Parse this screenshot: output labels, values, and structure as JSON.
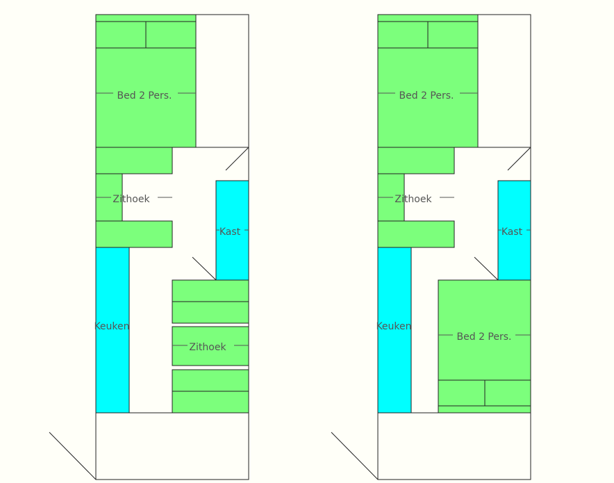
{
  "colors": {
    "background": "#fffff8",
    "furniture": "#7cff7c",
    "storage": "#00ffff",
    "line": "#222222",
    "label": "#555555"
  },
  "plans": [
    {
      "id": "plan-left",
      "labels": {
        "bed_top": "Bed 2 Pers.",
        "seating_top": "Zithoek",
        "cupboard": "Kast",
        "kitchen": "Keuken",
        "seating_bottom": "Zithoek"
      }
    },
    {
      "id": "plan-right",
      "labels": {
        "bed_top": "Bed 2 Pers.",
        "seating_top": "Zithoek",
        "cupboard": "Kast",
        "kitchen": "Keuken",
        "bed_bottom": "Bed 2 Pers."
      }
    }
  ]
}
